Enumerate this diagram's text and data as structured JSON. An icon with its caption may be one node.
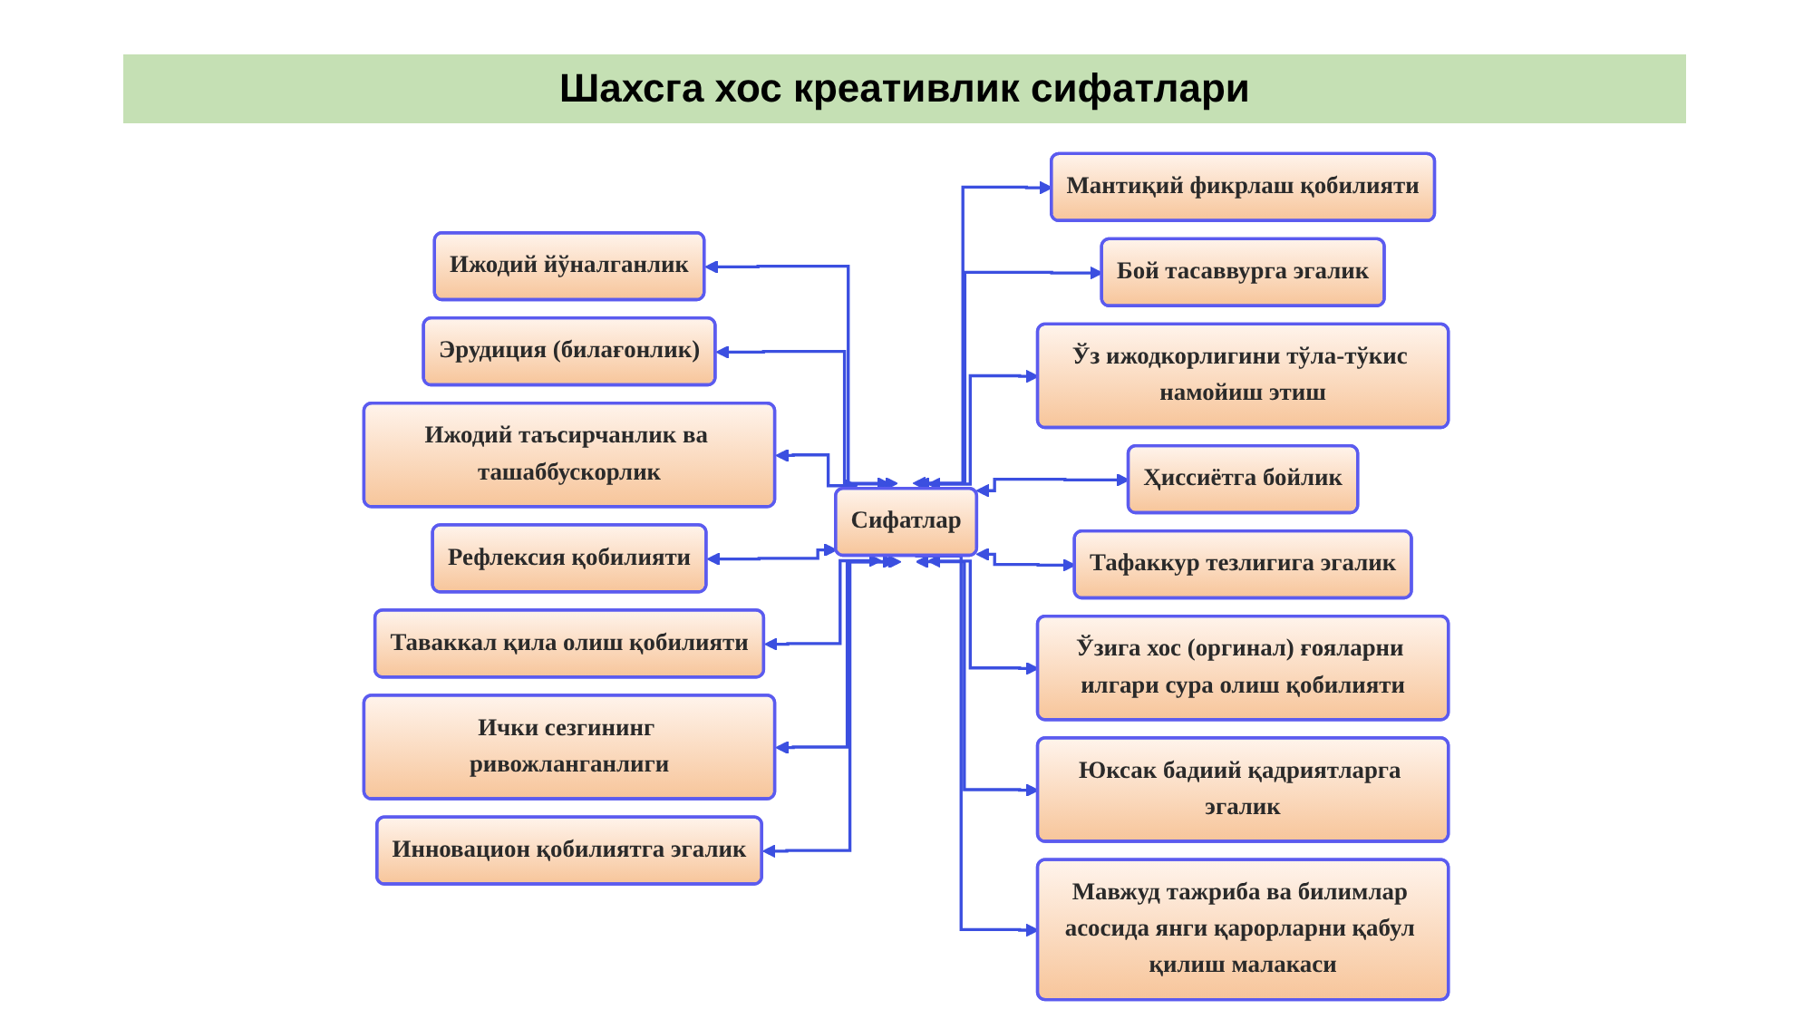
{
  "diagram": {
    "title": "Шахсга хос креативлик сифатлари",
    "nodes": [
      {
        "text": [
          "Сифатлар"
        ]
      },
      {
        "text": [
          "Ижодий йўналганлик"
        ]
      },
      {
        "text": [
          "Мантиқий фикрлаш қобилияти"
        ]
      },
      {
        "text": [
          "Эрудиция (билағонлик)"
        ]
      },
      {
        "text": [
          "Бой тасаввурга эгалик"
        ]
      },
      {
        "text": [
          "Ижодий таъсирчанлик ва ташаббускорлик"
        ]
      },
      {
        "text": [
          "Ўз ижодкорлигини тўла-тўкис намойиш этиш"
        ]
      },
      {
        "text": [
          "Рефлексия қобилияти"
        ]
      },
      {
        "text": [
          "Ҳиссиётга бойлик"
        ]
      },
      {
        "text": [
          "Таваккал қила олиш қобилияти"
        ]
      },
      {
        "text": [
          "Тафаккур тезлигига эгалик"
        ]
      },
      {
        "text": [
          "Ички сезгининг ривожланганлиги"
        ]
      },
      {
        "text": [
          "Ўзига хос (оргинал) ғояларни илгари сура олиш қобилияти"
        ]
      },
      {
        "text": [
          "Инновацион қобилиятга эгалик"
        ]
      },
      {
        "text": [
          "Юксак бадиий қадриятларга эгалик"
        ]
      },
      {
        "text": [
          "Мавжуд тажриба ва билимлар асосида янги қарорларни қабул қилиш малакаси"
        ]
      }
    ],
    "edges": [
      {
        "from": 0,
        "to": 1,
        "arrow": "both"
      },
      {
        "from": 0,
        "to": 2,
        "arrow": "both"
      },
      {
        "from": 0,
        "to": 3,
        "arrow": "both"
      },
      {
        "from": 0,
        "to": 4,
        "arrow": "both"
      },
      {
        "from": 0,
        "to": 5,
        "arrow": "both"
      },
      {
        "from": 0,
        "to": 6,
        "arrow": "both"
      },
      {
        "from": 0,
        "to": 7,
        "arrow": "both"
      },
      {
        "from": 0,
        "to": 8,
        "arrow": "both"
      },
      {
        "from": 0,
        "to": 9,
        "arrow": "both"
      },
      {
        "from": 0,
        "to": 10,
        "arrow": "both"
      },
      {
        "from": 0,
        "to": 11,
        "arrow": "both"
      },
      {
        "from": 0,
        "to": 12,
        "arrow": "both"
      },
      {
        "from": 0,
        "to": 13,
        "arrow": "both"
      },
      {
        "from": 0,
        "to": 14,
        "arrow": "both"
      },
      {
        "from": 0,
        "to": 15,
        "arrow": "to"
      }
    ]
  }
}
